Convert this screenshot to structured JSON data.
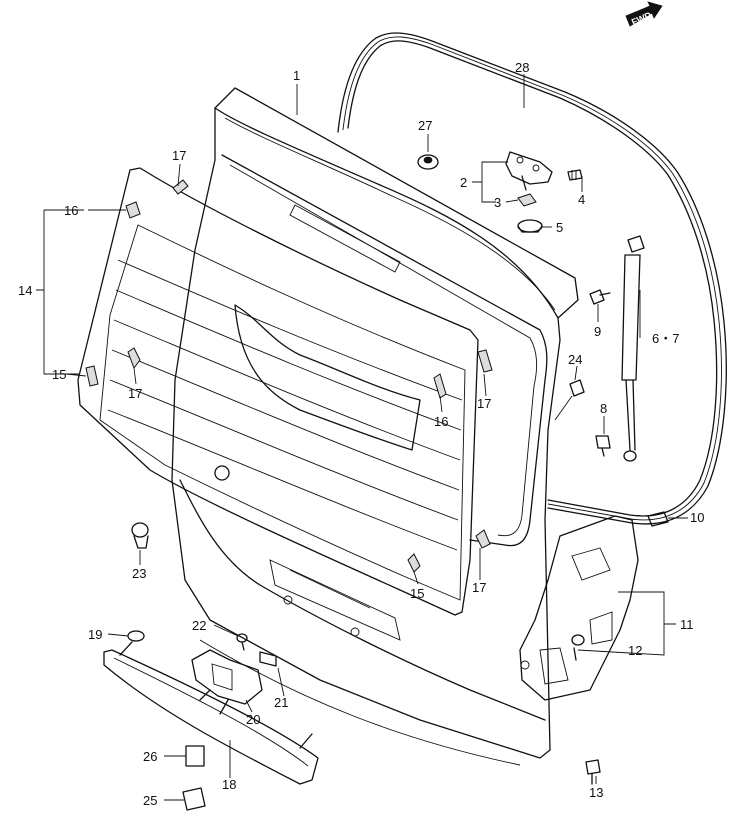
{
  "fwd_label": "FWD",
  "callouts": {
    "c1": "1",
    "c2": "2",
    "c3": "3",
    "c4": "4",
    "c5": "5",
    "c6_7": "6・7",
    "c8": "8",
    "c9": "9",
    "c10": "10",
    "c11": "11",
    "c12": "12",
    "c13": "13",
    "c14": "14",
    "c15a": "15",
    "c15b": "15",
    "c16a": "16",
    "c16b": "16",
    "c17a": "17",
    "c17b": "17",
    "c17c": "17",
    "c17d": "17",
    "c18": "18",
    "c19": "19",
    "c20": "20",
    "c21": "21",
    "c22": "22",
    "c23": "23",
    "c24": "24",
    "c25": "25",
    "c26": "26",
    "c27": "27",
    "c28": "28"
  }
}
